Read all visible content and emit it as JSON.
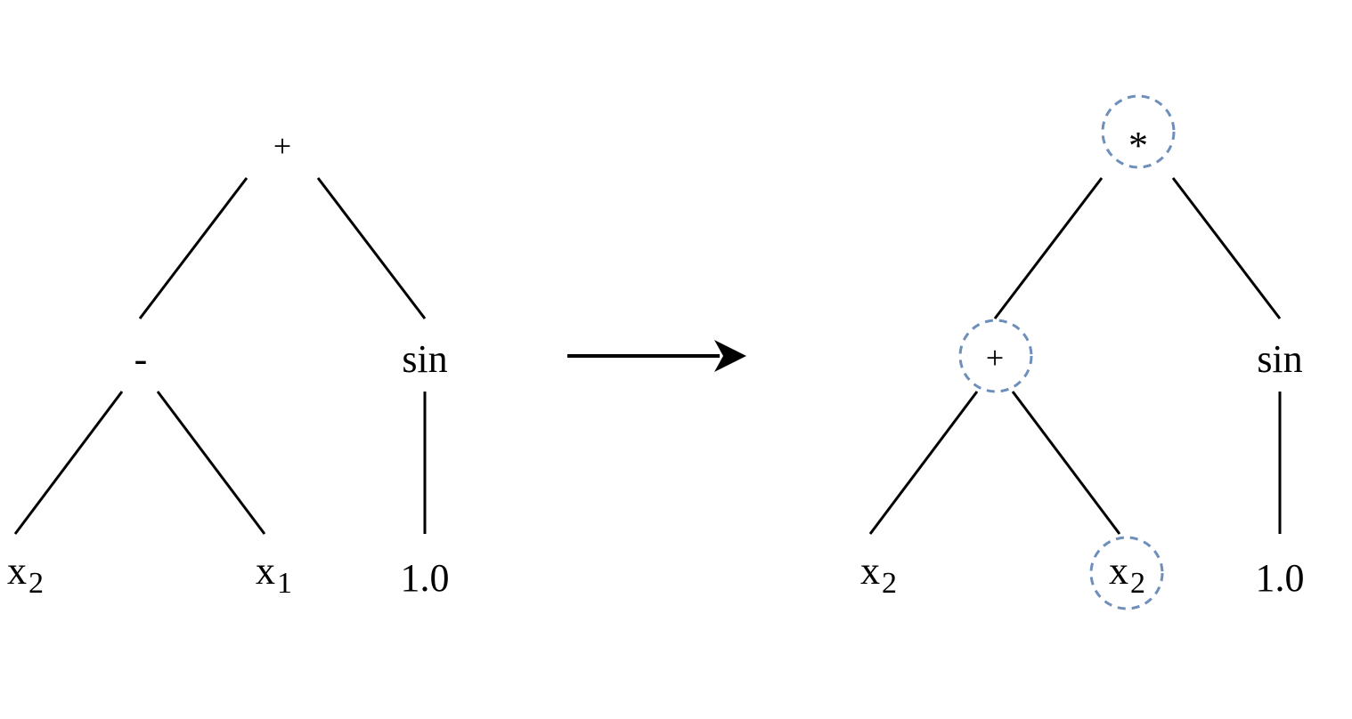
{
  "left_tree": {
    "root": "+",
    "minus": "-",
    "sin": "sin",
    "x2": {
      "base": "x",
      "sub": "2"
    },
    "x1": {
      "base": "x",
      "sub": "1"
    },
    "const": "1.0"
  },
  "right_tree": {
    "root": "*",
    "plus": "+",
    "sin": "sin",
    "x2_left": {
      "base": "x",
      "sub": "2"
    },
    "x2_right": {
      "base": "x",
      "sub": "2"
    },
    "const": "1.0"
  },
  "colors": {
    "line": "#000000",
    "mutation_highlight": "#6e8fba"
  }
}
